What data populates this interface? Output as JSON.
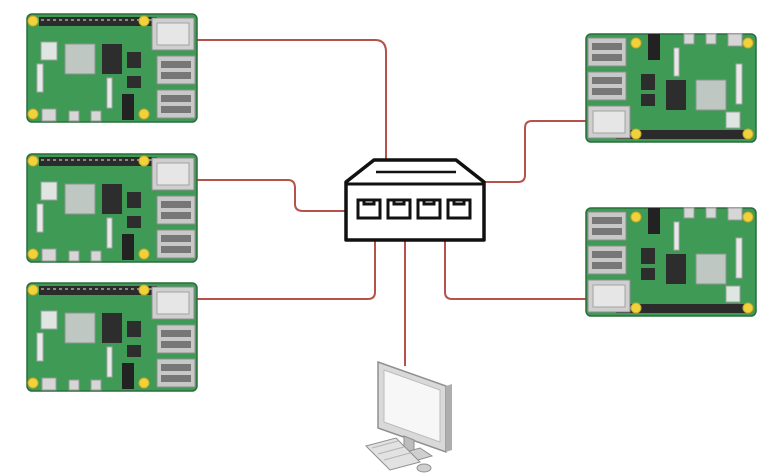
{
  "diagram": {
    "nodes": {
      "switch": {
        "icon": "network-switch-icon",
        "ports": 4
      },
      "computer": {
        "icon": "desktop-computer-icon"
      },
      "boards": [
        {
          "id": "pi-left-1",
          "icon": "raspberry-pi-board-icon",
          "side": "left"
        },
        {
          "id": "pi-left-2",
          "icon": "raspberry-pi-board-icon",
          "side": "left"
        },
        {
          "id": "pi-left-3",
          "icon": "raspberry-pi-board-icon",
          "side": "left"
        },
        {
          "id": "pi-right-1",
          "icon": "raspberry-pi-board-icon",
          "side": "right"
        },
        {
          "id": "pi-right-2",
          "icon": "raspberry-pi-board-icon",
          "side": "right"
        }
      ]
    },
    "edges": [
      {
        "from": "pi-left-1",
        "to": "switch"
      },
      {
        "from": "pi-left-2",
        "to": "switch"
      },
      {
        "from": "pi-left-3",
        "to": "switch"
      },
      {
        "from": "pi-right-1",
        "to": "switch"
      },
      {
        "from": "pi-right-2",
        "to": "switch"
      },
      {
        "from": "switch",
        "to": "computer"
      }
    ],
    "colors": {
      "cable": "#b5524c",
      "board": "#3e9a55",
      "board_dark": "#2f7d43",
      "mounting_hole": "#f2d23a",
      "port_metal": "#c8c8c8",
      "outline": "#111111"
    }
  }
}
